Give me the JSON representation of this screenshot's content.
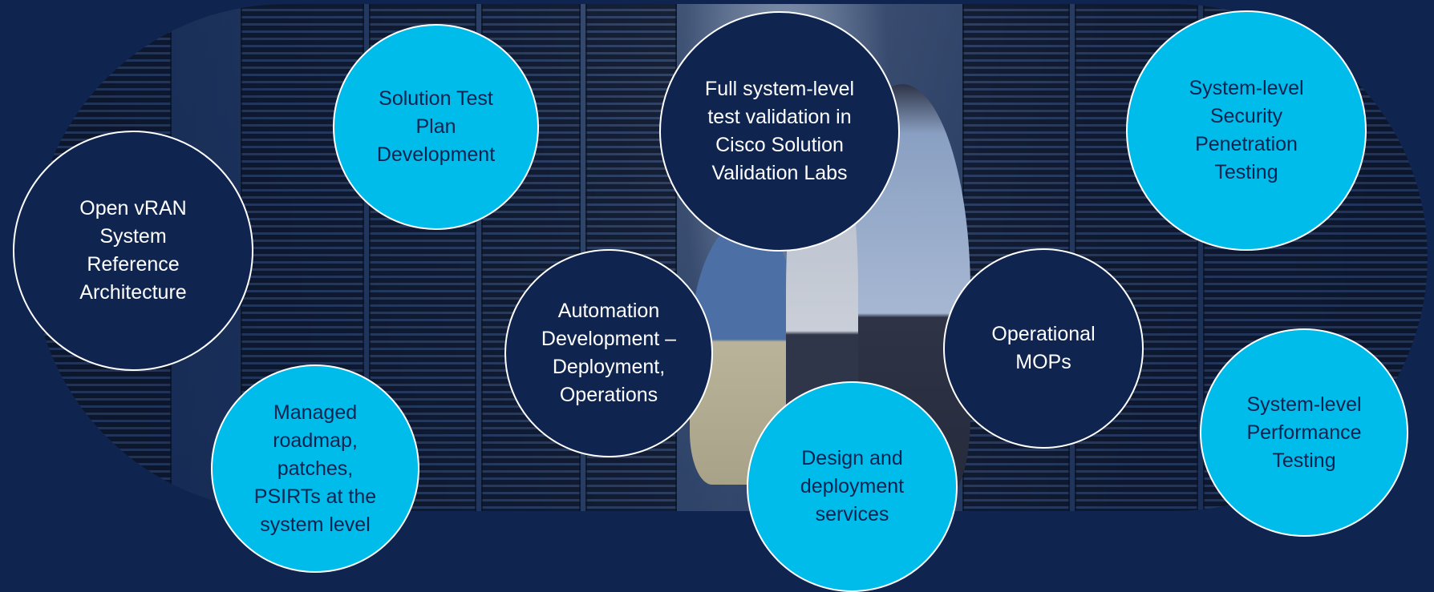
{
  "colors": {
    "background": "#0f2550",
    "accent_light": "#00bceb",
    "accent_dark": "#0f2550",
    "circle_border": "#ffffff"
  },
  "bubbles": [
    {
      "id": "open-vran",
      "text": "Open vRAN\nSystem\nReference\nArchitecture",
      "style": "dark"
    },
    {
      "id": "solution-test-plan",
      "text": "Solution Test\nPlan\nDevelopment",
      "style": "light"
    },
    {
      "id": "full-system-validation",
      "text": "Full system-level\ntest validation in\nCisco Solution\nValidation Labs",
      "style": "dark"
    },
    {
      "id": "security-pen-testing",
      "text": "System-level\nSecurity\nPenetration\nTesting",
      "style": "light"
    },
    {
      "id": "automation-development",
      "text": "Automation\nDevelopment –\nDeployment,\nOperations",
      "style": "dark"
    },
    {
      "id": "operational-mops",
      "text": "Operational\nMOPs",
      "style": "dark"
    },
    {
      "id": "managed-roadmap",
      "text": "Managed\nroadmap,\npatches,\nPSIRTs at the\nsystem level",
      "style": "light"
    },
    {
      "id": "design-deployment",
      "text": "Design and\ndeployment\nservices",
      "style": "light"
    },
    {
      "id": "performance-testing",
      "text": "System-level\nPerformance\nTesting",
      "style": "light"
    }
  ]
}
